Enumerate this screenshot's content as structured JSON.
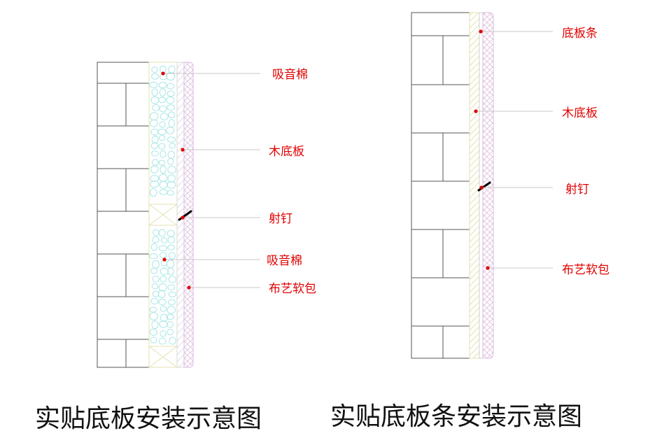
{
  "left_diagram": {
    "title": "实贴底板安装示意图",
    "labels": [
      "吸音棉",
      "木底板",
      "射钉",
      "吸音棉",
      "布艺软包"
    ]
  },
  "right_diagram": {
    "title": "实贴底板条安装示意图",
    "labels": [
      "底板条",
      "木底板",
      "射钉",
      "布艺软包"
    ]
  },
  "colors": {
    "label": "#e00000",
    "brick_line": "#555555",
    "foam_circle": "#a8e6e6",
    "board_hatch": "#e6d2e6",
    "strip_hatch": "#e6e6b4"
  }
}
